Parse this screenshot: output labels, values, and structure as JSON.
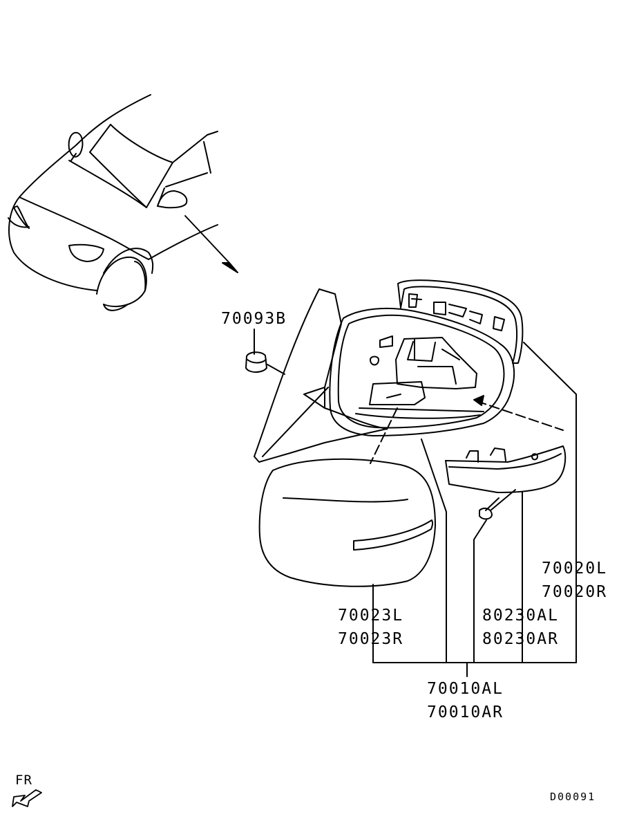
{
  "parts": {
    "p70093B": "70093B",
    "p70020L": "70020L",
    "p70020R": "70020R",
    "p70023L": "70023L",
    "p70023R": "70023R",
    "p80230AL": "80230AL",
    "p80230AR": "80230AR",
    "p70010AL": "70010AL",
    "p70010AR": "70010AR"
  },
  "orientation": {
    "label": "FR",
    "icon": "arrow-down-left-icon"
  },
  "diagram_code": "D00091",
  "colors": {
    "line": "#000000",
    "background": "#ffffff"
  }
}
